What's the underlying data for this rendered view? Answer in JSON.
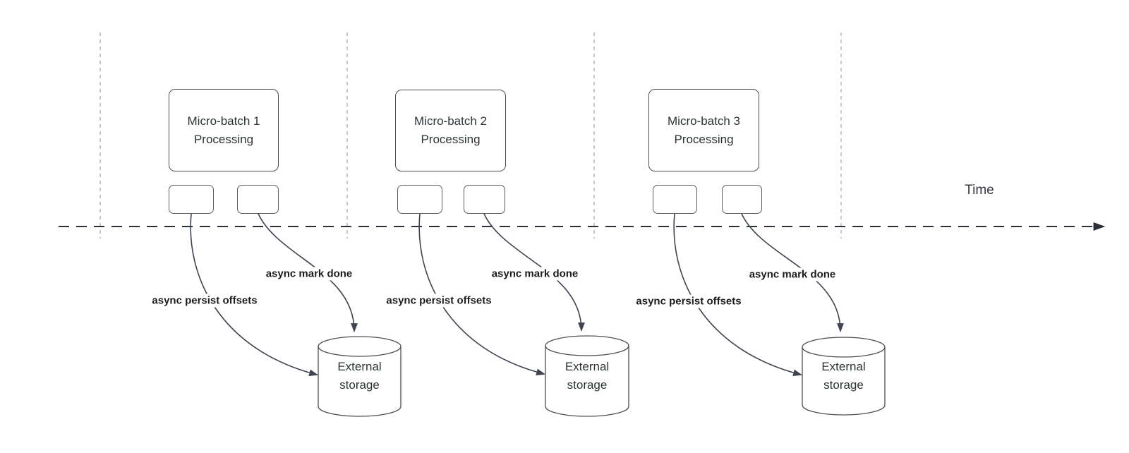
{
  "diagram": {
    "time_axis_label": "Time",
    "groups": [
      {
        "title_line1": "Micro-batch 1",
        "title_line2": "Processing",
        "persist_label": "async persist offsets",
        "mark_done_label": "async mark done",
        "storage_line1": "External",
        "storage_line2": "storage"
      },
      {
        "title_line1": "Micro-batch 2",
        "title_line2": "Processing",
        "persist_label": "async persist offsets",
        "mark_done_label": "async mark done",
        "storage_line1": "External",
        "storage_line2": "storage"
      },
      {
        "title_line1": "Micro-batch 3",
        "title_line2": "Processing",
        "persist_label": "async persist offsets",
        "mark_done_label": "async mark done",
        "storage_line1": "External",
        "storage_line2": "storage"
      }
    ],
    "colors": {
      "shape_stroke": "#4a4e54",
      "connector_stroke": "#3f4450",
      "timeline_stroke": "#2b2f38",
      "gridline_stroke": "#b5b5b5",
      "title_text": "#2d3436",
      "edge_label_text": "#1c1c1c",
      "background": "#ffffff"
    }
  }
}
